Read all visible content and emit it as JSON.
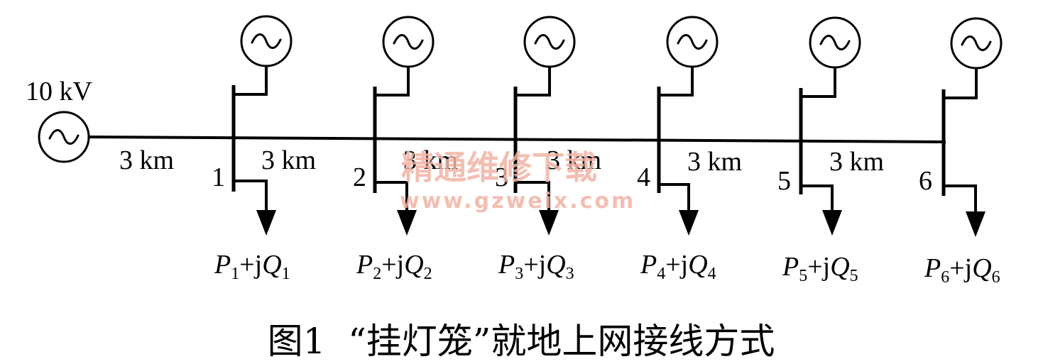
{
  "source": {
    "voltage_label": "10 kV"
  },
  "segment_lengths": [
    "3 km",
    "3 km",
    "3 km",
    "3 km",
    "3 km",
    "3 km"
  ],
  "buses": [
    {
      "number": "1",
      "load": {
        "p": "P",
        "q": "Q",
        "sub": "1",
        "joiner": "+j"
      }
    },
    {
      "number": "2",
      "load": {
        "p": "P",
        "q": "Q",
        "sub": "2",
        "joiner": "+j"
      }
    },
    {
      "number": "3",
      "load": {
        "p": "P",
        "q": "Q",
        "sub": "3",
        "joiner": "+j"
      }
    },
    {
      "number": "4",
      "load": {
        "p": "P",
        "q": "Q",
        "sub": "4",
        "joiner": "+j"
      }
    },
    {
      "number": "5",
      "load": {
        "p": "P",
        "q": "Q",
        "sub": "5",
        "joiner": "+j"
      }
    },
    {
      "number": "6",
      "load": {
        "p": "P",
        "q": "Q",
        "sub": "6",
        "joiner": "+j"
      }
    }
  ],
  "caption": "图1  “挂灯笼”就地上网接线方式",
  "watermark": {
    "text": "精通维修下载",
    "url": "www.gzweix.com"
  }
}
